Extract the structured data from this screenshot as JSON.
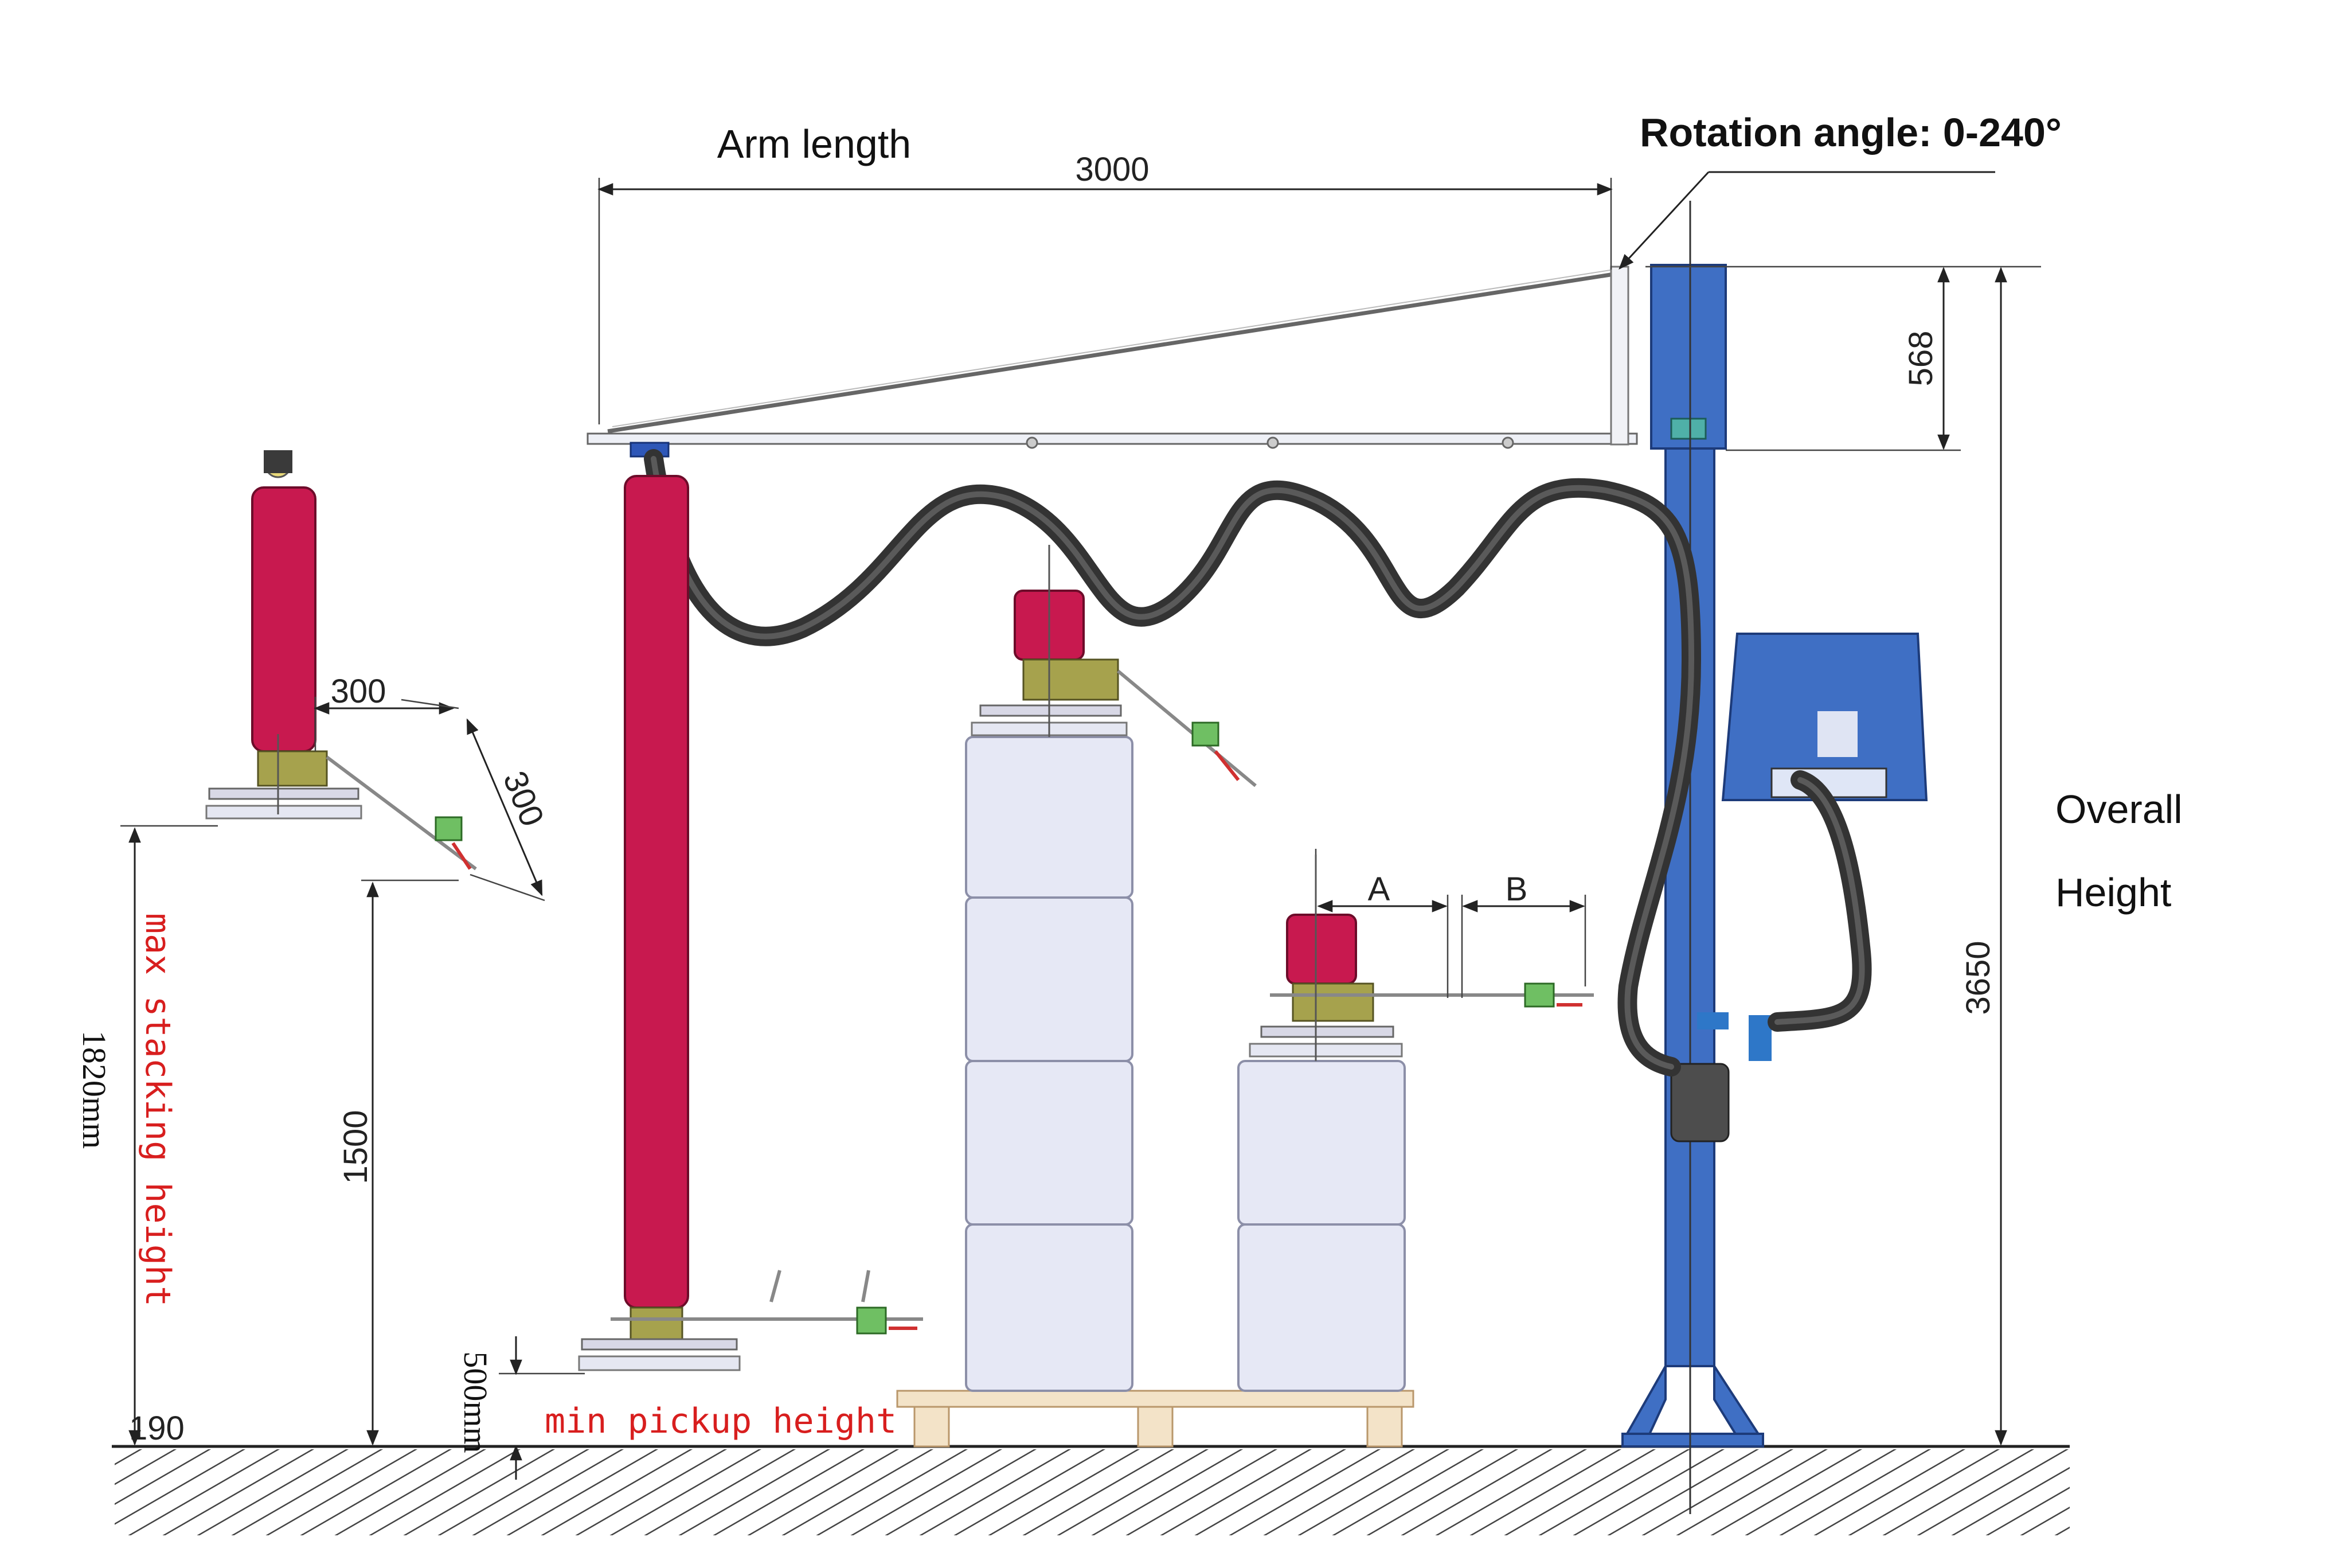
{
  "labels": {
    "arm_length": "Arm length",
    "rotation_angle": "Rotation angle: 0-240°",
    "overall_line1": "Overall",
    "overall_line2": "Height",
    "max_stacking": "max stacking height",
    "min_pickup": "min pickup height",
    "dim_A": "A",
    "dim_B": "B"
  },
  "dimensions": {
    "arm_3000": "3000",
    "top_568": "568",
    "total_3650": "3650",
    "reach_300_h": "300",
    "reach_300_d": "300",
    "height_1500": "1500",
    "height_1820": "1820mm",
    "height_500": "500mm",
    "base_190": "190"
  },
  "colors": {
    "tube": "#c8194f",
    "pillar": "#3f6fc4",
    "hose": "#333333",
    "box": "#e6e8f5",
    "red_text": "#d81e1e"
  }
}
